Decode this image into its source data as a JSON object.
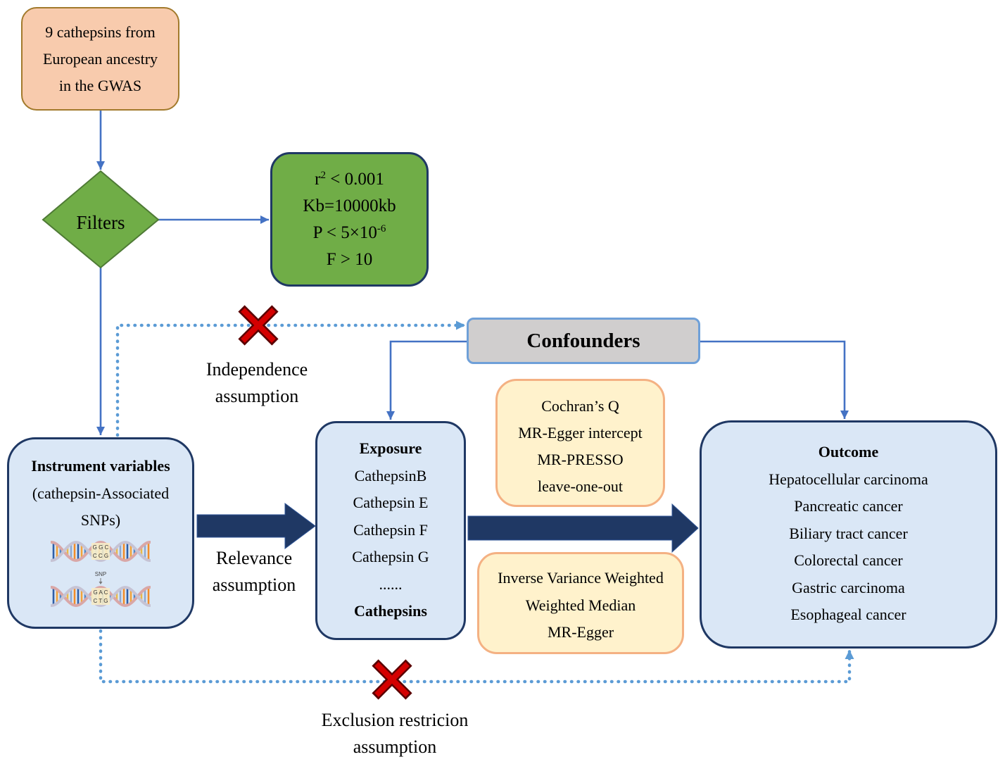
{
  "source": {
    "lines": [
      "9 cathepsins from",
      "European ancestry",
      "in the GWAS"
    ]
  },
  "filters": {
    "label": "Filters",
    "criteria": {
      "r2": {
        "text_before": "r",
        "superscript": "2",
        "text_after": " < 0.001"
      },
      "kb": "Kb=10000kb",
      "p": {
        "text_before": "P < 5×10",
        "superscript": "-6"
      },
      "f": "F > 10"
    }
  },
  "confounders": {
    "label": "Confounders"
  },
  "independence": {
    "lines": [
      "Independence",
      "assumption"
    ]
  },
  "instrument": {
    "title": "Instrument variables",
    "lines": [
      "(cathepsin-Associated",
      "SNPs)"
    ],
    "snp_label": "SNP",
    "dna_top": [
      "G G C",
      "C C G"
    ],
    "dna_bottom": [
      "G A C",
      "C T G"
    ]
  },
  "relevance": {
    "lines": [
      "Relevance",
      "assumption"
    ]
  },
  "exposure": {
    "title": "Exposure",
    "items": [
      "CathepsinB",
      "Cathepsin E",
      "Cathepsin F",
      "Cathepsin G",
      "......"
    ],
    "footer": "Cathepsins"
  },
  "sensitivity": {
    "items": [
      "Cochran’s Q",
      "MR-Egger intercept",
      "MR-PRESSO",
      "leave-one-out"
    ]
  },
  "methods": {
    "items": [
      "Inverse Variance Weighted",
      "Weighted Median",
      "MR-Egger"
    ]
  },
  "outcome": {
    "title": "Outcome",
    "items": [
      "Hepatocellular carcinoma",
      "Pancreatic cancer",
      "Biliary tract cancer",
      "Colorectal cancer",
      "Gastric carcinoma",
      "Esophageal cancer"
    ]
  },
  "exclusion": {
    "lines": [
      "Exclusion restricion",
      "assumption"
    ]
  },
  "icons": {
    "assumption_violated": "cross-icon",
    "instrument_illustration": "dna-helix-icon"
  },
  "colors": {
    "source_fill": "#f8cbad",
    "source_border": "#a27a2c",
    "filter_green": "#70ad47",
    "navy": "#1f3864",
    "box_blue": "#dae7f6",
    "confounder_gray": "#d0cece",
    "confounder_border": "#6fa0d8",
    "method_fill": "#fff2cc",
    "method_border": "#f4b183",
    "link_blue": "#4472c4",
    "dotted_blue": "#5b9bd5",
    "cross_red": "#d40000"
  }
}
